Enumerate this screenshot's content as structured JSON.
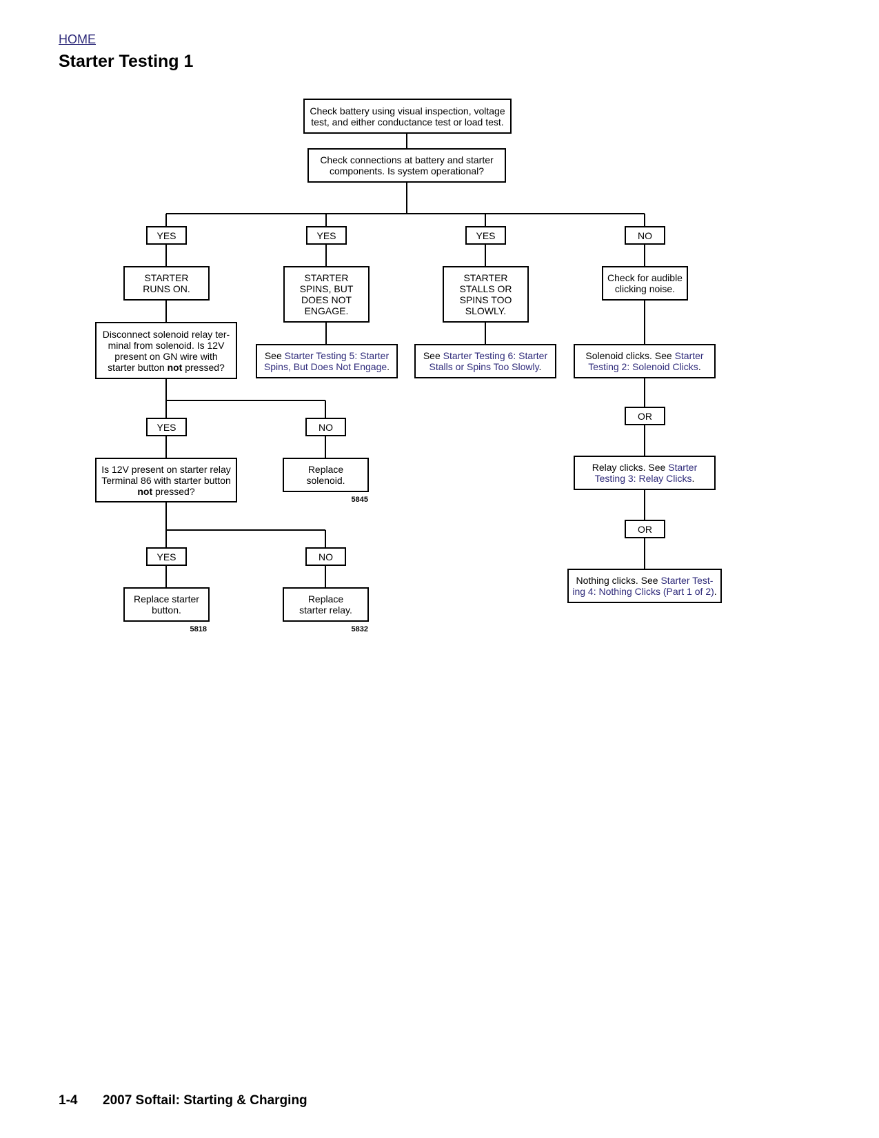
{
  "header": {
    "home_link": "HOME",
    "title": "Starter Testing 1"
  },
  "flowchart": {
    "check_battery": "Check battery using visual inspection, voltage test, and either conductance test or load test.",
    "check_connections": "Check connections at battery and starter components. Is system operational?",
    "branch_labels": {
      "yes": "YES",
      "no": "NO",
      "or": "OR"
    },
    "runs_on": "STARTER RUNS ON.",
    "spins_not_engage": "STARTER SPINS, BUT DOES NOT ENGAGE.",
    "stalls_slowly": "STARTER STALLS OR SPINS TOO SLOWLY.",
    "audible_clicking": "Check for audible clicking noise.",
    "disconnect_solenoid": {
      "part1": "Disconnect solenoid relay ter-minal from solenoid. Is 12V present on GN wire with starter button ",
      "bold": "not",
      "part2": " pressed?"
    },
    "see_testing_5": {
      "prefix": "See ",
      "link": "Starter Testing 5: Starter Spins, But Does Not Engage",
      "suffix": "."
    },
    "see_testing_6": {
      "prefix": "See ",
      "link": "Starter Testing 6: Starter Stalls or Spins Too Slowly",
      "suffix": "."
    },
    "solenoid_clicks": {
      "prefix": "Solenoid clicks. See ",
      "link": "Starter Testing 2: Solenoid Clicks",
      "suffix": "."
    },
    "relay_clicks": {
      "prefix": "Relay clicks. See ",
      "link": "Starter Testing 3: Relay Clicks",
      "suffix": "."
    },
    "nothing_clicks": {
      "prefix": "Nothing clicks. See ",
      "link": "Starter Test-ing 4: Nothing Clicks (Part 1 of 2)",
      "suffix": "."
    },
    "is_12v_86": {
      "part1": "Is 12V present on starter relay Terminal 86 with starter button ",
      "bold": "not",
      "part2": " pressed?"
    },
    "replace_solenoid": "Replace solenoid.",
    "replace_button": "Replace starter button.",
    "replace_relay": "Replace starter relay.",
    "figure_numbers": {
      "solenoid": "5845",
      "button": "5818",
      "relay": "5832"
    }
  },
  "footer": {
    "page_number": "1-4",
    "manual_title": "2007 Softail: Starting & Charging"
  },
  "colors": {
    "link": "#2e2a7a",
    "line": "#000000"
  }
}
